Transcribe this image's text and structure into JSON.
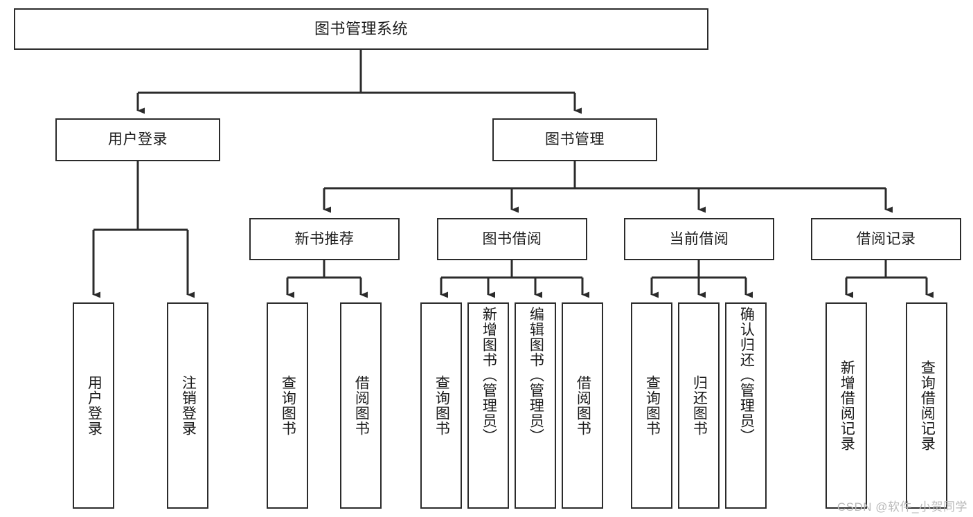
{
  "diagram": {
    "title": "图书管理系统",
    "type": "hierarchy-tree",
    "watermark": "CSDN @软件_小贺同学",
    "colors": {
      "stroke": "#2b2b2b",
      "fill": "#ffffff",
      "text": "#1a1a1a",
      "watermark": "#b9b9b9"
    },
    "levels": {
      "level0_label": "图书管理系统",
      "level1": [
        {
          "id": "user-login",
          "label": "用户登录"
        },
        {
          "id": "book-management",
          "label": "图书管理"
        }
      ],
      "level2": [
        {
          "id": "new-book-recommend",
          "label": "新书推荐",
          "parent": "book-management"
        },
        {
          "id": "book-borrow",
          "label": "图书借阅",
          "parent": "book-management"
        },
        {
          "id": "current-borrow",
          "label": "当前借阅",
          "parent": "book-management"
        },
        {
          "id": "borrow-record",
          "label": "借阅记录",
          "parent": "book-management"
        }
      ],
      "leaves": [
        {
          "id": "leaf-user-login",
          "label": "用户登录",
          "parent": "user-login"
        },
        {
          "id": "leaf-logout-login",
          "label": "注销登录",
          "parent": "user-login"
        },
        {
          "id": "leaf-query-book-1",
          "label": "查询图书",
          "parent": "new-book-recommend"
        },
        {
          "id": "leaf-borrow-book-1",
          "label": "借阅图书",
          "parent": "new-book-recommend"
        },
        {
          "id": "leaf-query-book-2",
          "label": "查询图书",
          "parent": "book-borrow"
        },
        {
          "id": "leaf-add-book",
          "label": "新增图书（管理员）",
          "parent": "book-borrow"
        },
        {
          "id": "leaf-edit-book",
          "label": "编辑图书（管理员）",
          "parent": "book-borrow"
        },
        {
          "id": "leaf-borrow-book-2",
          "label": "借阅图书",
          "parent": "book-borrow"
        },
        {
          "id": "leaf-query-book-3",
          "label": "查询图书",
          "parent": "current-borrow"
        },
        {
          "id": "leaf-return-book",
          "label": "归还图书",
          "parent": "current-borrow"
        },
        {
          "id": "leaf-confirm-return",
          "label": "确认归还（管理员）",
          "parent": "current-borrow"
        },
        {
          "id": "leaf-add-record",
          "label": "新增借阅记录",
          "parent": "borrow-record"
        },
        {
          "id": "leaf-query-record",
          "label": "查询借阅记录",
          "parent": "borrow-record"
        }
      ]
    }
  }
}
